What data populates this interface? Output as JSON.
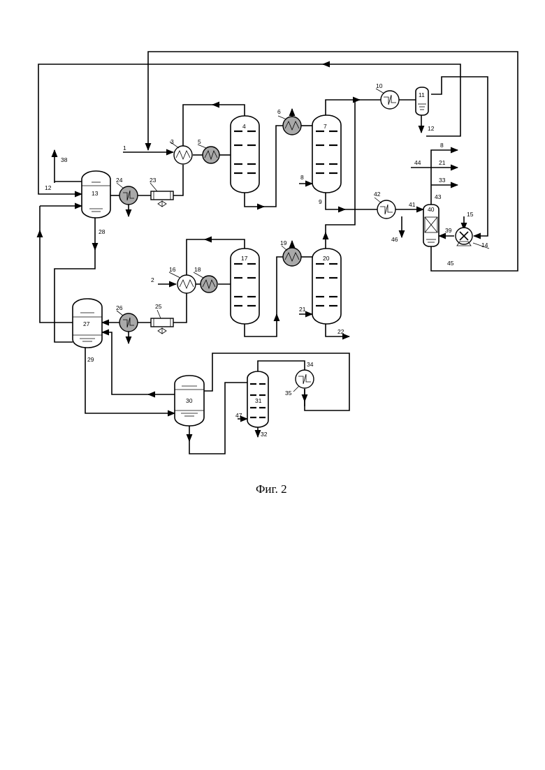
{
  "figure": {
    "caption": "Фиг. 2",
    "labels": {
      "n1": "1",
      "n2": "2",
      "n3": "3",
      "n4": "4",
      "n5": "5",
      "n6": "6",
      "n7": "7",
      "n8": "8",
      "n8b": "8",
      "n9": "9",
      "n10": "10",
      "n11": "11",
      "n12": "12",
      "n12b": "12",
      "n13": "13",
      "n14": "14",
      "n15": "15",
      "n16": "16",
      "n17": "17",
      "n18": "18",
      "n19": "19",
      "n20": "20",
      "n21": "21",
      "n21b": "21",
      "n22": "22",
      "n23": "23",
      "n24": "24",
      "n25": "25",
      "n26": "26",
      "n27": "27",
      "n28": "28",
      "n29": "29",
      "n30": "30",
      "n31": "31",
      "n32": "32",
      "n33": "33",
      "n34": "34",
      "n35": "35",
      "n38": "38",
      "n39": "39",
      "n40": "40",
      "n41": "41",
      "n42": "42",
      "n43": "43",
      "n44": "44",
      "n45": "45",
      "n46": "46",
      "n47": "47"
    }
  }
}
